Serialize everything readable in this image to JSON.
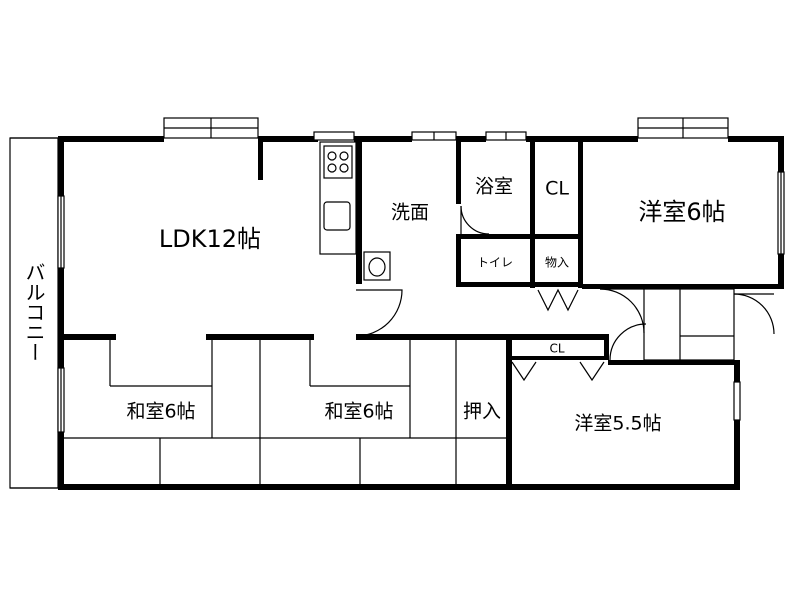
{
  "rooms": {
    "ldk": "LDK12帖",
    "washroom": "洗面",
    "bath": "浴室",
    "cl_top": "CL",
    "western_6": "洋室6帖",
    "toilet": "トイレ",
    "storage": "物入",
    "balcony": "バルコニー",
    "japanese_1": "和室6帖",
    "japanese_2": "和室6帖",
    "oshiire": "押入",
    "cl_bottom": "CL",
    "western_55": "洋室5.5帖"
  }
}
